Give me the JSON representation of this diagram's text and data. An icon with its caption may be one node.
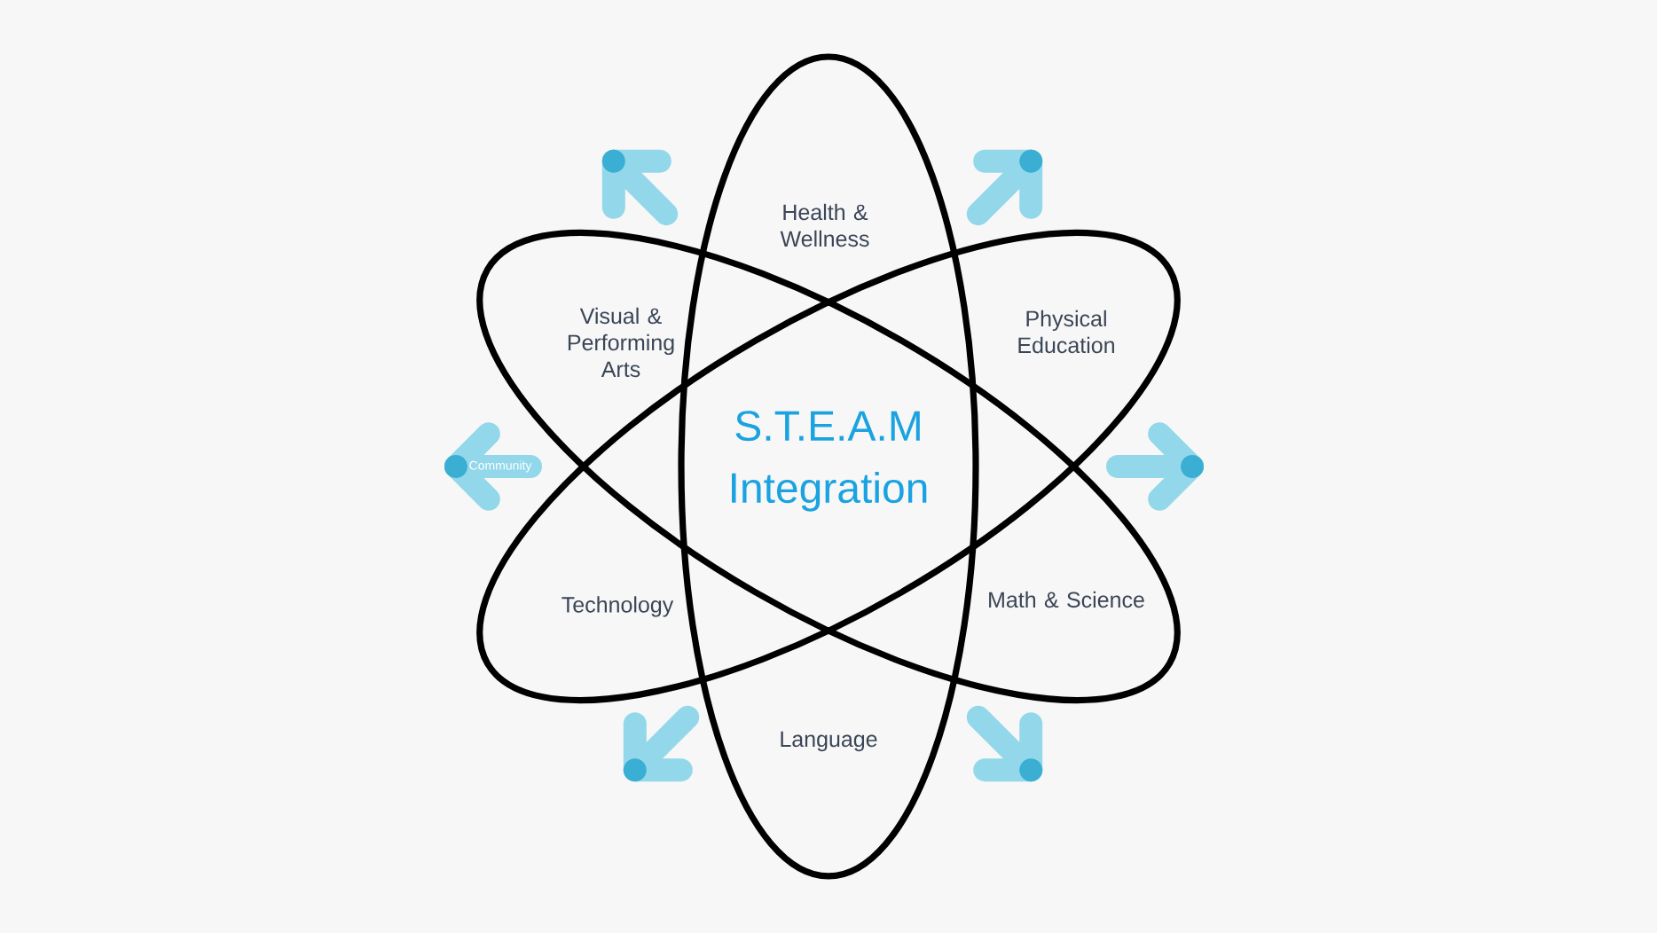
{
  "diagram": {
    "labels": [
      "Health & Wellness",
      "Visual & Performing Arts",
      "Physical Education",
      "S.T.E.A.M Integration",
      "Community",
      "Technology",
      "Math & Science",
      "Language"
    ]
  }
}
